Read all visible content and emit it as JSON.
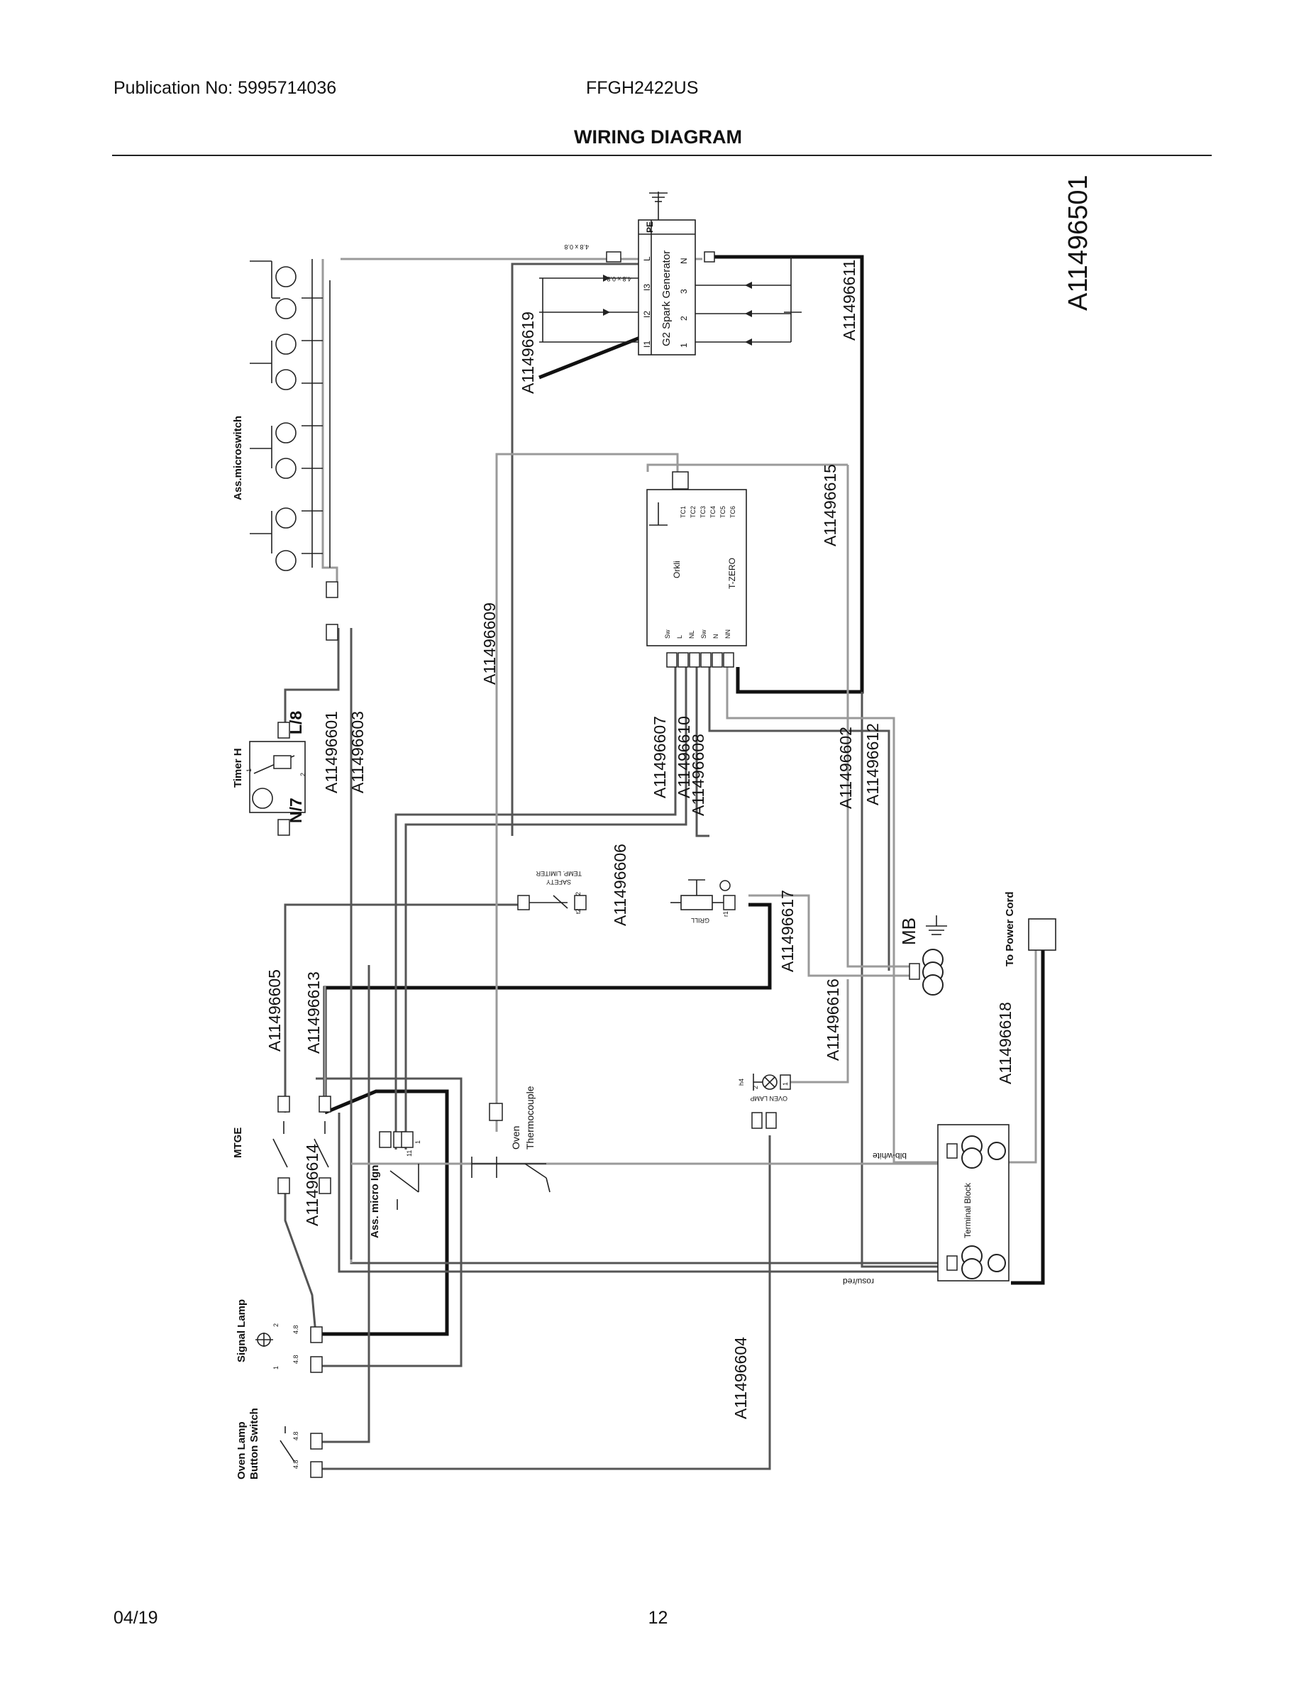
{
  "header": {
    "publication": "Publication No: 5995714036",
    "model": "FFGH2422US",
    "title": "WIRING DIAGRAM"
  },
  "footer": {
    "date": "04/19",
    "page": "12"
  },
  "diagram": {
    "doc_number": "A11496501",
    "components": {
      "microswitch": "Ass.microswitch",
      "spark_generator": "G2 Spark Generator",
      "spark_pins": [
        "PE",
        "L",
        "I3",
        "I2",
        "I1",
        "N",
        "3",
        "2",
        "1"
      ],
      "spark_wire_size_1": "4.8 x 0.8",
      "spark_wire_size_2": "4.8 x 0.8",
      "orkli": "Orkli",
      "tzero": "T-ZERO",
      "tzero_terminals": [
        "Sw",
        "L",
        "NL",
        "Sw",
        "N",
        "NN"
      ],
      "tzero_tc": [
        "TC1",
        "TC2",
        "TC3",
        "TC4",
        "TC5",
        "TC6"
      ],
      "timer": "Timer H",
      "timer_pins": [
        "1",
        "2"
      ],
      "l8": "L/8",
      "n7": "N/7",
      "safety_limiter_1": "SAFETY",
      "safety_limiter_2": "TEMP. LIMITER",
      "safety_pins": [
        "t2",
        "2"
      ],
      "grill": "GRILL",
      "grill_pin": "r1",
      "mb": "MB",
      "power_cord": "To Power Cord",
      "mtge": "MTGE",
      "micro_ign": "Ass. micro Ign",
      "micro_ign_pins": [
        "1",
        "11"
      ],
      "oven_thermocouple_1": "Oven",
      "oven_thermocouple_2": "Thermocouple",
      "oven_lamp": "OVEN LAMP",
      "oven_lamp_pins": [
        "2",
        "h4",
        "1"
      ],
      "terminal_block": "Terminal Block",
      "white_label": "blb-white",
      "red_label": "rosu/red",
      "signal_lamp": "Signal Lamp",
      "signal_lamp_pins": [
        "2",
        "1"
      ],
      "oven_lamp_button_1": "Oven Lamp",
      "oven_lamp_button_2": "Button Switch",
      "conn_size": "4.8"
    },
    "wire_labels": {
      "w19": "A11496619",
      "w11": "A11496611",
      "w15": "A11496615",
      "w09": "A11496609",
      "w01": "A11496601",
      "w03": "A11496603",
      "w07": "A11496607",
      "w10": "A11496610",
      "w08": "A11496608",
      "w02": "A11496602",
      "w12": "A11496612",
      "w06": "A11496606",
      "w17": "A11496617",
      "w05": "A11496605",
      "w13": "A11496613",
      "w16": "A11496616",
      "w18": "A11496618",
      "w14": "A11496614",
      "w04": "A11496604"
    }
  }
}
